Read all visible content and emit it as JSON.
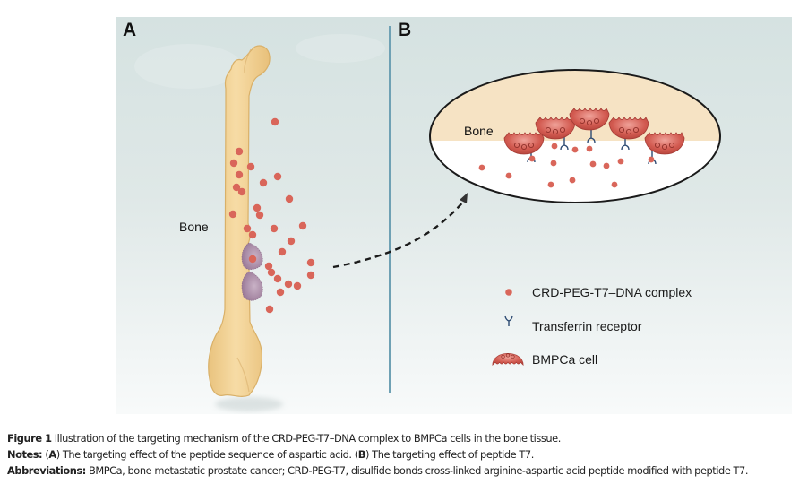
{
  "figure": {
    "panel_a": {
      "letter": "A",
      "bone_label": "Bone"
    },
    "panel_b": {
      "letter": "B",
      "bone_label": "Bone"
    },
    "legend": [
      {
        "icon": "red-dot-icon",
        "label": "CRD-PEG-T7–DNA complex"
      },
      {
        "icon": "y-receptor-icon",
        "label": "Transferrin receptor"
      },
      {
        "icon": "bmpca-cell-icon",
        "label": "BMPCa cell"
      }
    ],
    "colors": {
      "background_top": "#d5e2e1",
      "bone": "#f2d49a",
      "bone_outline": "#d8b26a",
      "complex_dot": "#d9665a",
      "bmpca_cell": "#c8534a",
      "receptor": "#2c4a72",
      "divider": "#6fa1b4",
      "bone_region_b": "#f6e3c4"
    }
  },
  "caption": {
    "figure_label": "Figure 1",
    "figure_text": " Illustration of the targeting mechanism of the CRD-PEG-T7–DNA complex to BMPCa cells in the bone tissue.",
    "notes_label": "Notes:",
    "notes_part1": " (",
    "notes_a": "A",
    "notes_part2": ") The targeting effect of the peptide sequence of aspartic acid. (",
    "notes_b": "B",
    "notes_part3": ") The targeting effect of peptide T7.",
    "abbrev_label": "Abbreviations:",
    "abbrev_text": " BMPCa, bone metastatic prostate cancer; CRD-PEG-T7, disulfide bonds cross-linked arginine-aspartic acid peptide modified with peptide T7."
  }
}
